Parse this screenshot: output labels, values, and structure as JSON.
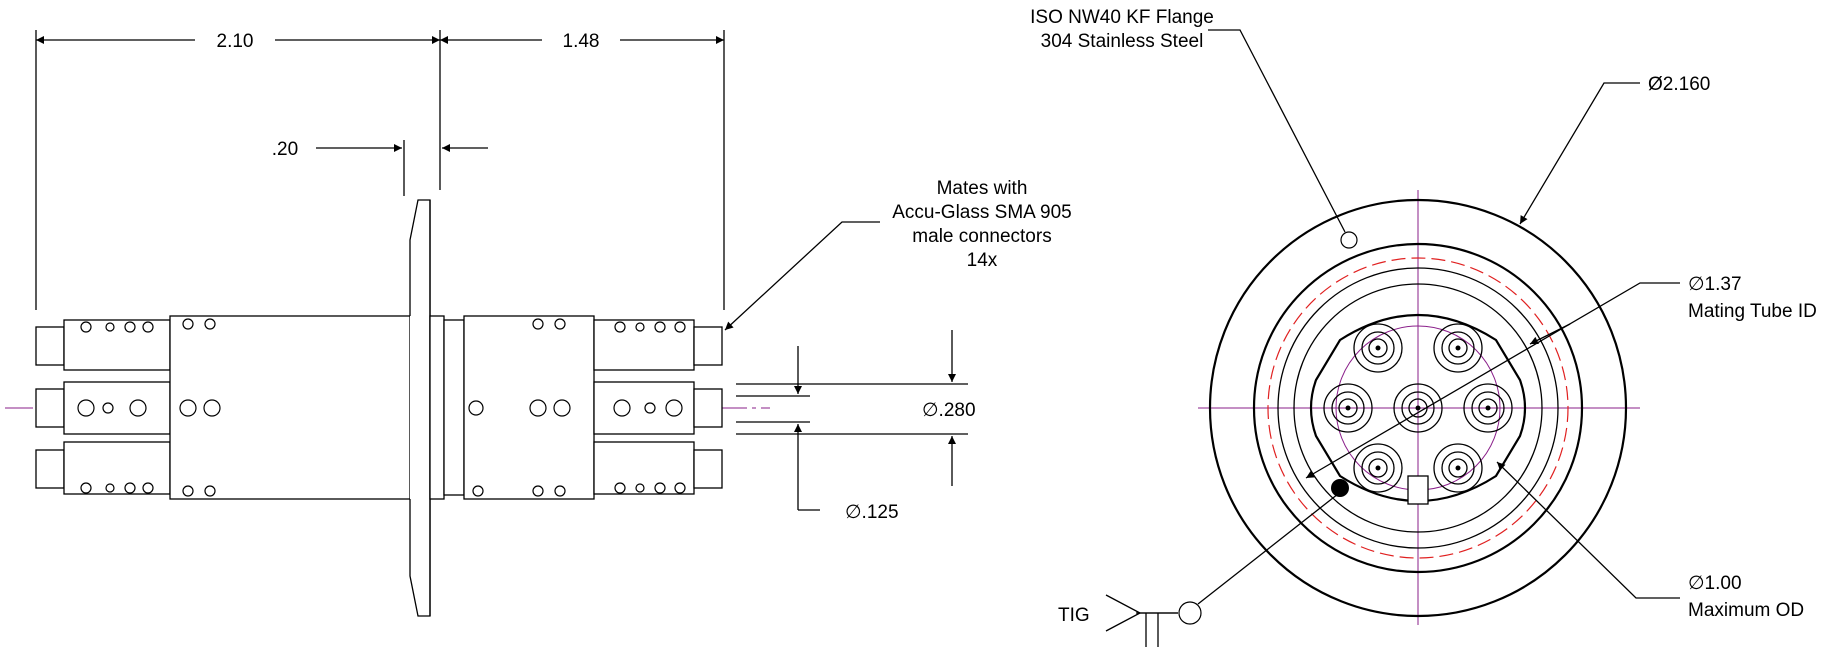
{
  "side_view": {
    "dim_overall_left": "2.10",
    "dim_overall_right": "1.48",
    "dim_flange_thickness": ".20",
    "note_connectors": [
      "Mates with",
      "Accu-Glass SMA 905",
      "male connectors",
      "14x"
    ],
    "dim_pin_diameter": "∅.280",
    "dim_pin_tip_diameter": "∅.125"
  },
  "end_view": {
    "label_flange": [
      "ISO NW40 KF Flange",
      "304 Stainless Steel"
    ],
    "dim_flange_od": "Ø2.160",
    "dim_mating_tube": [
      "∅1.37",
      "Mating Tube ID"
    ],
    "dim_max_od": [
      "∅1.00",
      "Maximum OD"
    ],
    "weld_symbol_label": "TIG"
  },
  "colors": {
    "centerline": "#8a1f8a",
    "hidden_circle": "#e02020",
    "linework": "#000000"
  }
}
